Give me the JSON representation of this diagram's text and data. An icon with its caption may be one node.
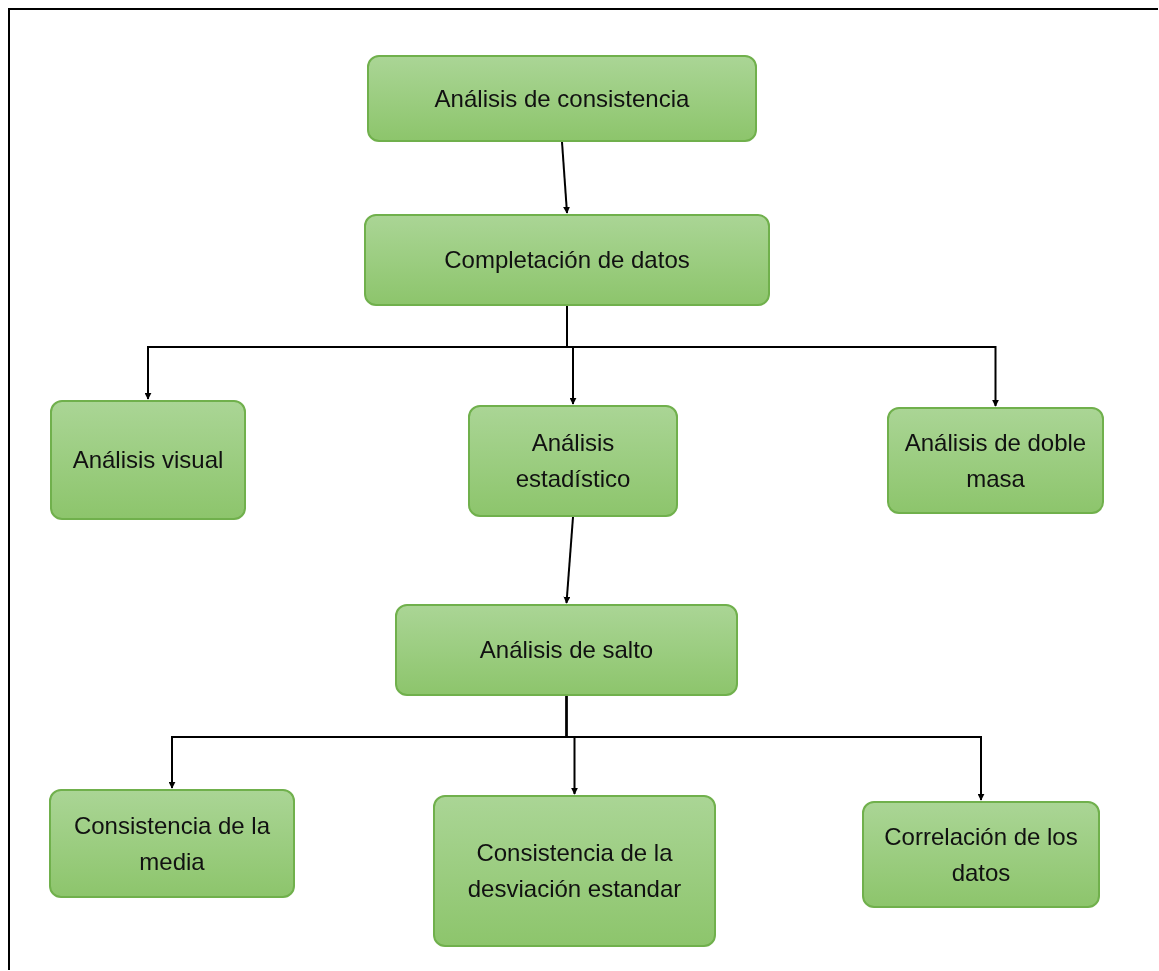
{
  "diagram": {
    "nodes": [
      {
        "text": [
          "Análisis de consistencia"
        ]
      },
      {
        "text": [
          "Completación de datos"
        ]
      },
      {
        "text": [
          "Análisis visual"
        ]
      },
      {
        "text": [
          "Análisis estadístico"
        ]
      },
      {
        "text": [
          "Análisis de doble masa"
        ]
      },
      {
        "text": [
          "Análisis de salto"
        ]
      },
      {
        "text": [
          "Consistencia de la media"
        ]
      },
      {
        "text": [
          "Consistencia de la desviación estandar"
        ]
      },
      {
        "text": [
          "Correlación de los datos"
        ]
      }
    ],
    "edges": [
      {
        "from": 0,
        "to": 1,
        "arrow": "to"
      },
      {
        "from": 1,
        "to": 2,
        "arrow": "to"
      },
      {
        "from": 1,
        "to": 3,
        "arrow": "to"
      },
      {
        "from": 1,
        "to": 4,
        "arrow": "to"
      },
      {
        "from": 3,
        "to": 5,
        "arrow": "to"
      },
      {
        "from": 5,
        "to": 6,
        "arrow": "to"
      },
      {
        "from": 5,
        "to": 7,
        "arrow": "to"
      },
      {
        "from": 5,
        "to": 8,
        "arrow": "to"
      }
    ]
  }
}
